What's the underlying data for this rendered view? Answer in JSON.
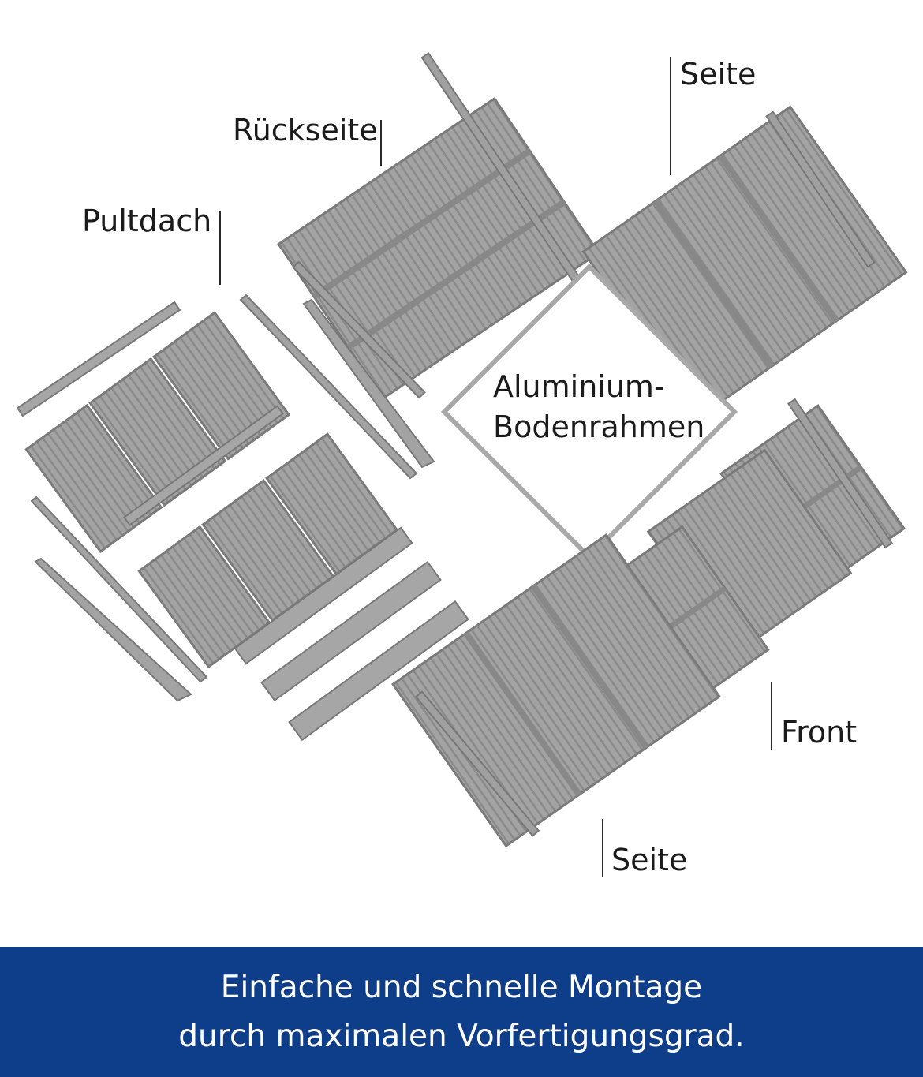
{
  "labels": {
    "rueckseite": "Rückseite",
    "seite_top": "Seite",
    "pultdach": "Pultdach",
    "aluminium_line1": "Aluminium-",
    "aluminium_line2": "Bodenrahmen",
    "front": "Front",
    "seite_bottom": "Seite"
  },
  "banner": {
    "line1": "Einfache und schnelle Montage",
    "line2": "durch maximalen Vorfertigungsgrad."
  },
  "colors": {
    "panel_fill": "#9d9d9d",
    "panel_edge": "#7a7a7a",
    "rib": "#858585",
    "banner": "#0e3e8a"
  }
}
